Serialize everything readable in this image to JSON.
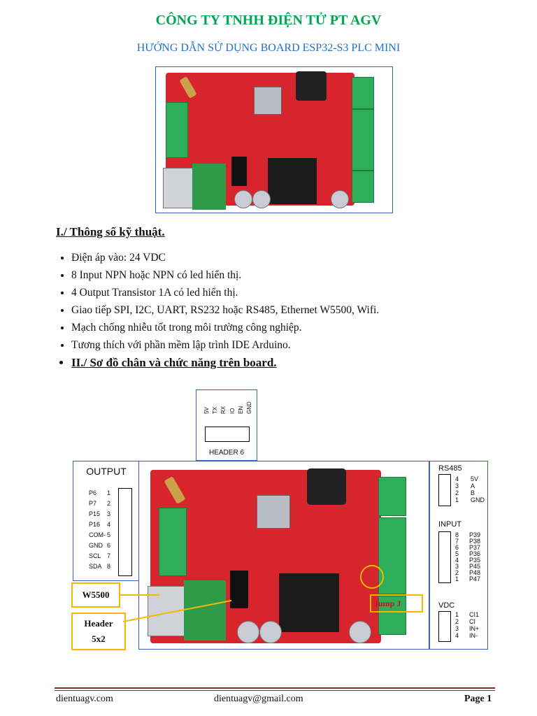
{
  "header": {
    "company": "CÔNG TY TNHH ĐIỆN TỬ PT AGV",
    "subtitle": "HƯỚNG DẪN SỬ DỤNG  BOARD ESP32-S3 PLC MINI"
  },
  "section1": {
    "title": "I./ Thông số kỹ thuật.",
    "items": [
      "Điện áp vào: 24 VDC",
      "8 Input NPN hoặc NPN có led hiển thị.",
      "4 Output Transistor 1A có led hiển thị.",
      "Giao tiếp SPI, I2C, UART, RS232 hoặc RS485, Ethernet W5500, Wifi.",
      "Mạch chống nhiễu tốt trong môi trường công nghiệp.",
      "Tương thích với phần mềm lập trình IDE Arduino."
    ]
  },
  "section2": {
    "title": "II./ Sơ đồ chân và chức năng trên board."
  },
  "header6": {
    "label": "HEADER 6",
    "pins": [
      "5V",
      "TX",
      "RX",
      "IO",
      "EN",
      "GND"
    ]
  },
  "output": {
    "title": "OUTPUT",
    "pins": [
      {
        "name": "P6",
        "num": "1"
      },
      {
        "name": "P7",
        "num": "2"
      },
      {
        "name": "P15",
        "num": "3"
      },
      {
        "name": "P16",
        "num": "4"
      },
      {
        "name": "COM-",
        "num": "5"
      },
      {
        "name": "GND",
        "num": "6"
      },
      {
        "name": "SCL",
        "num": "7"
      },
      {
        "name": "SDA",
        "num": "8"
      }
    ]
  },
  "rs485": {
    "title": "RS485",
    "pins": [
      {
        "num": "4",
        "name": "5V"
      },
      {
        "num": "3",
        "name": "A"
      },
      {
        "num": "2",
        "name": "B"
      },
      {
        "num": "1",
        "name": "GND"
      }
    ]
  },
  "input": {
    "title": "INPUT",
    "pins": [
      {
        "num": "8",
        "name": "P39"
      },
      {
        "num": "7",
        "name": "P38"
      },
      {
        "num": "6",
        "name": "P37"
      },
      {
        "num": "5",
        "name": "P36"
      },
      {
        "num": "4",
        "name": "P35"
      },
      {
        "num": "3",
        "name": "P45"
      },
      {
        "num": "2",
        "name": "P48"
      },
      {
        "num": "1",
        "name": "P47"
      }
    ]
  },
  "vdc": {
    "title": "VDC",
    "pins": [
      {
        "num": "1",
        "name": "CI1"
      },
      {
        "num": "2",
        "name": "CI"
      },
      {
        "num": "3",
        "name": "IN+"
      },
      {
        "num": "4",
        "name": "IN-"
      }
    ]
  },
  "callouts": {
    "w5500": "W5500",
    "header_line1": "Header",
    "header_line2": "5x2",
    "jump": "Jump J"
  },
  "footer": {
    "website": "dientuagv.com",
    "email": "dientuagv@gmail.com",
    "page": "Page 1"
  },
  "colors": {
    "company": "#00a651",
    "subtitle": "#1f6fcf",
    "board": "#d8242c",
    "callout_border": "#f5b800"
  }
}
